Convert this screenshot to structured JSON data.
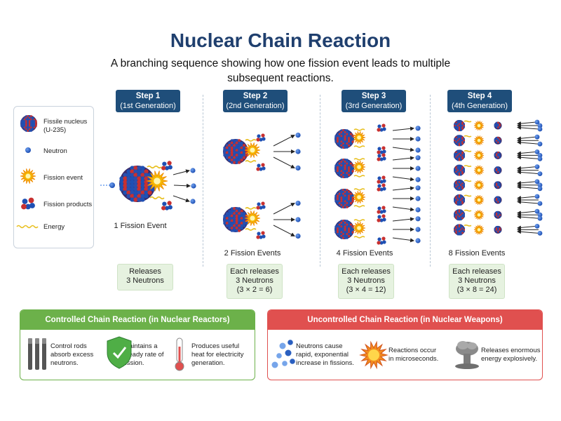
{
  "title": "Nuclear Chain Reaction",
  "subtitle": "A branching sequence showing how one fission event leads to multiple subsequent reactions.",
  "legend": {
    "items": [
      {
        "label_line1": "Fissile nucleus",
        "label_line2": "(U-235)",
        "icon": "nucleus-icon"
      },
      {
        "label_line1": "Neutron",
        "label_line2": "",
        "icon": "neutron-icon"
      },
      {
        "label_line1": "Fission event",
        "label_line2": "",
        "icon": "fission-burst-icon"
      },
      {
        "label_line1": "Fission products",
        "label_line2": "",
        "icon": "fission-products-icon"
      },
      {
        "label_line1": "Energy",
        "label_line2": "",
        "icon": "energy-wave-icon"
      }
    ]
  },
  "steps": [
    {
      "title": "Step 1",
      "subtitle": "(1st Generation)",
      "count": "1 Fission Event",
      "release_line1": "Releases",
      "release_line2": "3 Neutrons",
      "release_line3": ""
    },
    {
      "title": "Step 2",
      "subtitle": "(2nd Generation)",
      "count": "2 Fission Events",
      "release_line1": "Each releases",
      "release_line2": "3 Neutrons",
      "release_line3": "(3 × 2 = 6)"
    },
    {
      "title": "Step 3",
      "subtitle": "(3rd Generation)",
      "count": "4 Fission Events",
      "release_line1": "Each releases",
      "release_line2": "3 Neutrons",
      "release_line3": "(3 × 4 = 12)"
    },
    {
      "title": "Step 4",
      "subtitle": "(4th Generation)",
      "count": "8 Fission Events",
      "release_line1": "Each releases",
      "release_line2": "3 Neutrons",
      "release_line3": "(3 × 8 = 24)"
    }
  ],
  "controlled": {
    "heading": "Controlled Chain Reaction (in Nuclear Reactors)",
    "color": "#6cb14a",
    "items": [
      {
        "icon": "control-rods-icon",
        "line1": "Control rods",
        "line2": "absorb excess",
        "line3": "neutrons."
      },
      {
        "icon": "shield-check-icon",
        "line1": "Maintains a",
        "line2": "steady rate of",
        "line3": "fission."
      },
      {
        "icon": "thermometer-icon",
        "line1": "Produces useful",
        "line2": "heat for electricity",
        "line3": "generation."
      }
    ]
  },
  "uncontrolled": {
    "heading": "Uncontrolled Chain Reaction (in Nuclear Weapons)",
    "color": "#e0504f",
    "items": [
      {
        "icon": "neutron-cluster-icon",
        "line1": "Neutrons cause",
        "line2": "rapid, exponential",
        "line3": "increase in fissions."
      },
      {
        "icon": "explosion-burst-icon",
        "line1": "Reactions occur",
        "line2": "in microseconds.",
        "line3": ""
      },
      {
        "icon": "mushroom-cloud-icon",
        "line1": "Releases enormous",
        "line2": "energy explosively.",
        "line3": ""
      }
    ]
  },
  "colors": {
    "title": "#1f3f6e",
    "step_header": "#1f4e7a",
    "neutron": "#1e50b4",
    "proton": "#c83030",
    "burst": "#f5b800",
    "release_box": "#e6f2e0"
  }
}
